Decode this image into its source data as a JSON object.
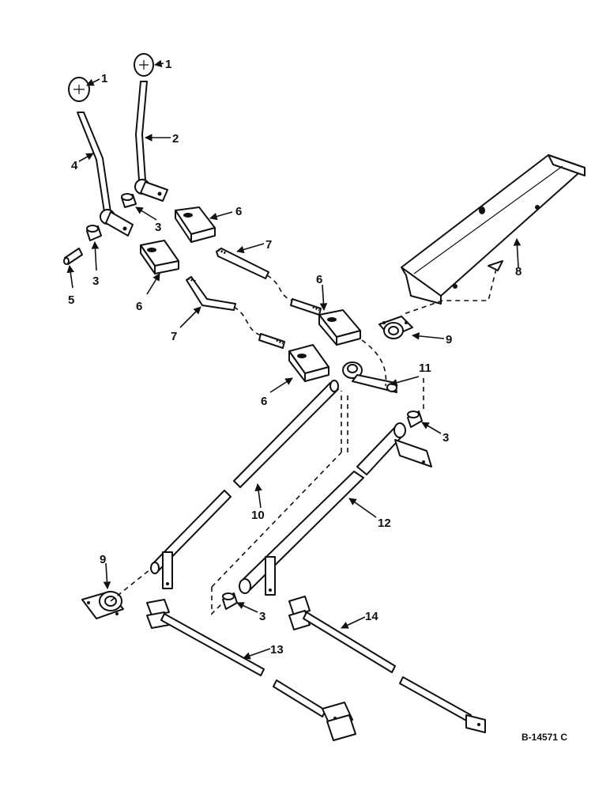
{
  "figure": {
    "drawing_number": "B-14571 C"
  },
  "callouts": {
    "c1a": "1",
    "c1b": "1",
    "c2": "2",
    "c3a": "3",
    "c3b": "3",
    "c3c": "3",
    "c3d": "3",
    "c4": "4",
    "c5": "5",
    "c6a": "6",
    "c6b": "6",
    "c6c": "6",
    "c6d": "6",
    "c7a": "7",
    "c7b": "7",
    "c8": "8",
    "c9a": "9",
    "c9b": "9",
    "c10": "10",
    "c11": "11",
    "c12": "12",
    "c13": "13",
    "c14": "14"
  }
}
